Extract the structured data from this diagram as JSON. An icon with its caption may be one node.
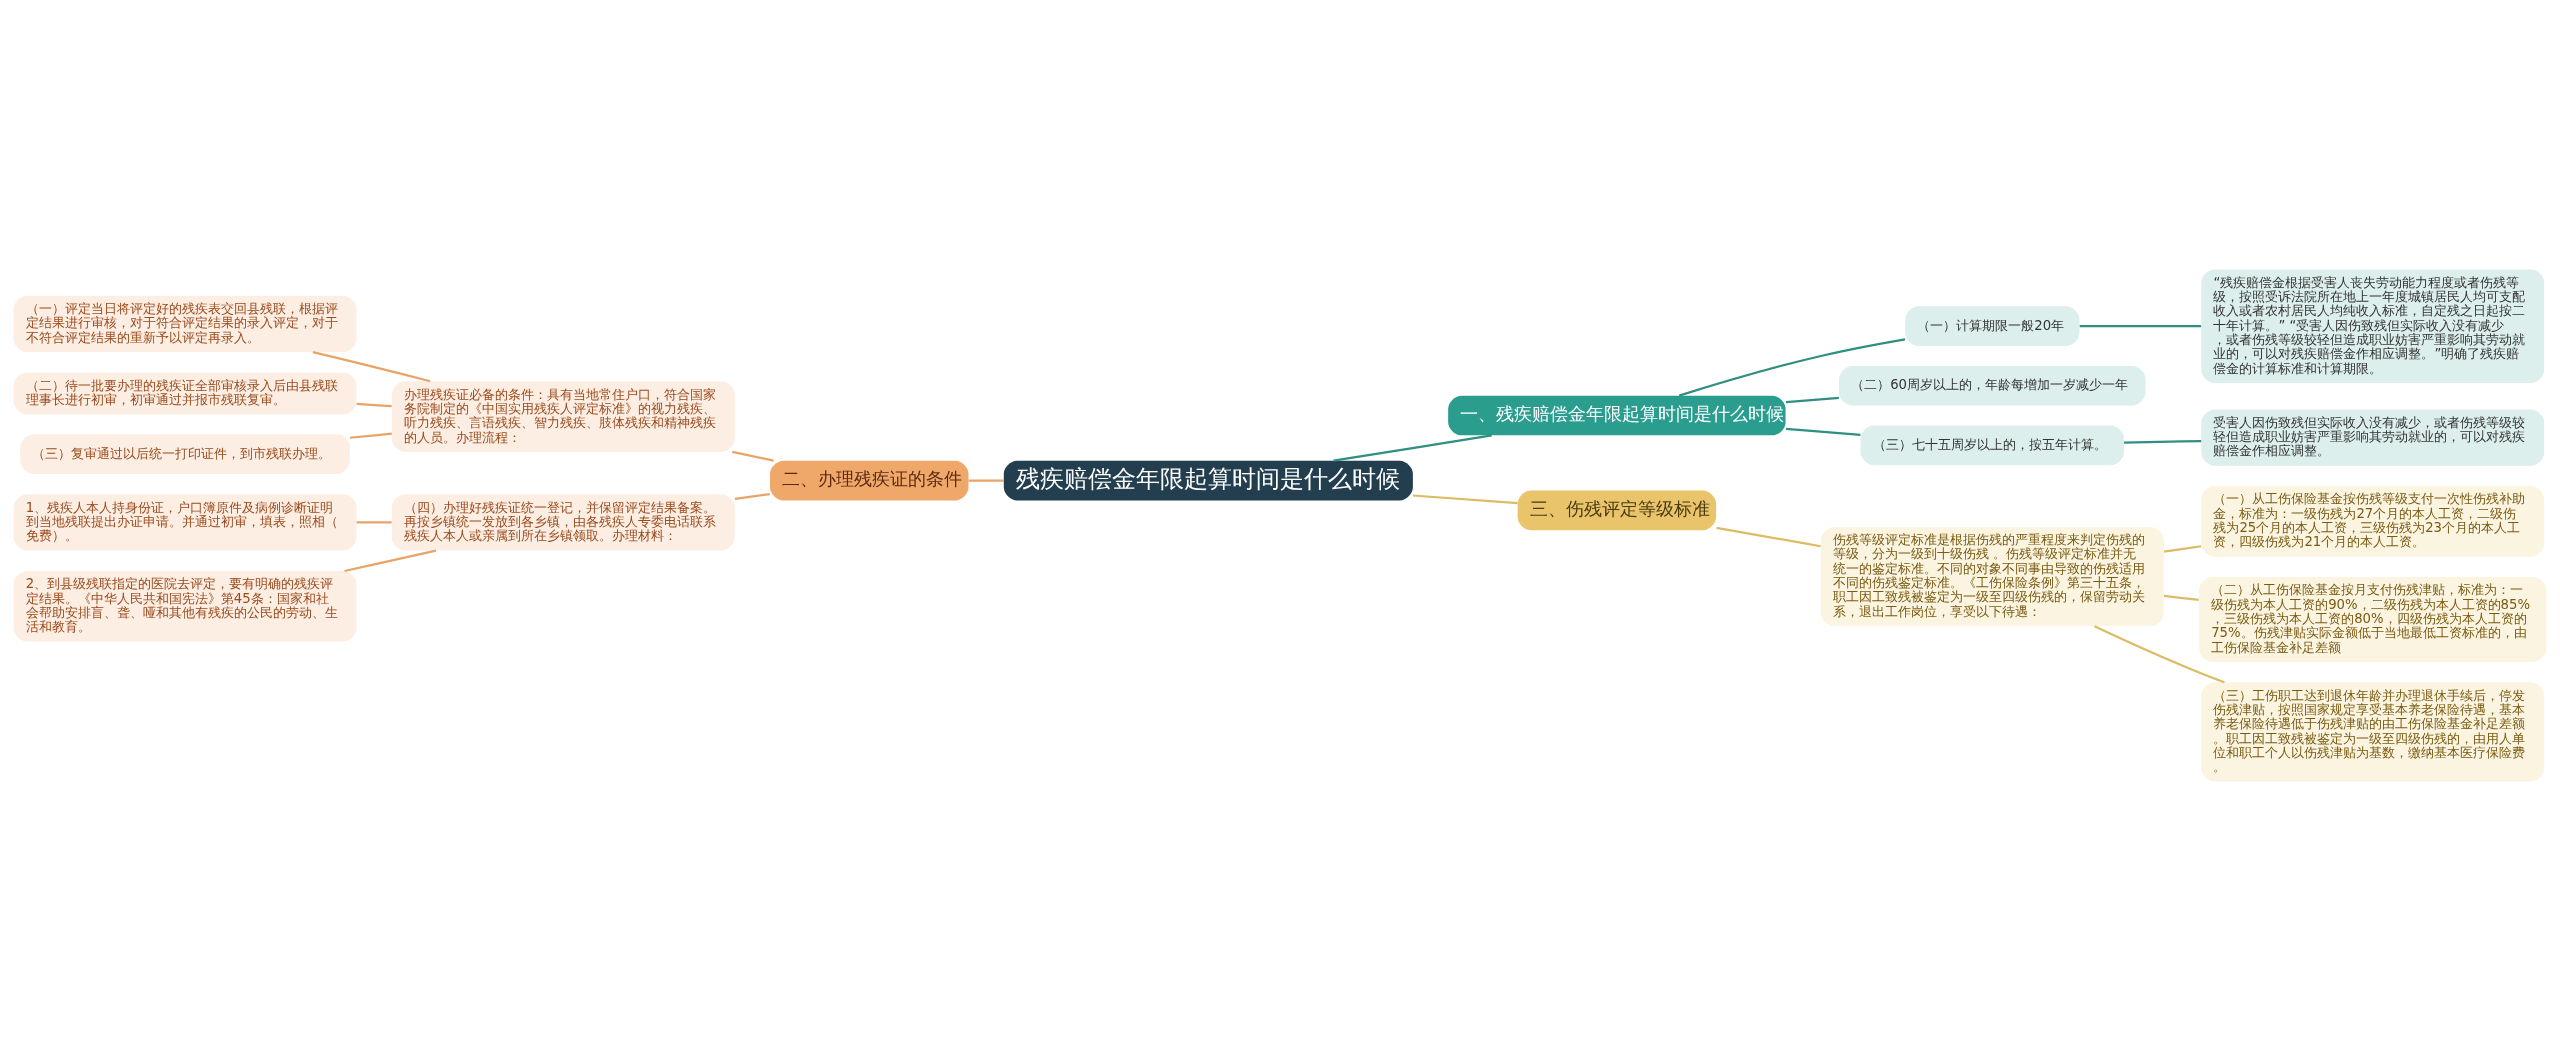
{
  "diagram": {
    "nodes": [
      {
        "text": [
          "残疾赔偿金年限起算时间是什么时候"
        ]
      },
      {
        "text": [
          "一、残疾赔偿金年限起算时间是什么时候"
        ]
      },
      {
        "text": [
          "（一）计算期限一般20年"
        ]
      },
      {
        "text": [
          "“残疾赔偿金根据受害人丧失劳动能力程度或者伤残等级，按照受诉法院所在地上一年度城镇居民人均可支配收入或者农村居民人均纯收入标准，自定残之日起按二十年计算。” “受害人因伤致残但实际收入没有减少，或者伤残等级较轻但造成职业妨害严重影响其劳动就业的，可以对残疾赔偿金作相应调整。”明确了残疾赔偿金的计算标准和计算期限。"
        ]
      },
      {
        "text": [
          "（二）60周岁以上的，年龄每增加一岁减少一年"
        ]
      },
      {
        "text": [
          "（三）七十五周岁以上的，按五年计算。"
        ]
      },
      {
        "text": [
          "受害人因伤致残但实际收入没有减少，或者伤残等级较轻但造成职业妨害严重影响其劳动就业的，可以对残疾赔偿金作相应调整。"
        ]
      },
      {
        "text": [
          "二、办理残疾证的条件"
        ]
      },
      {
        "text": [
          "办理残疾证必备的条件：具有当地常住户口，符合国家务院制定的《中国实用残疾人评定标准》的视力残疾、听力残疾、言语残疾、智力残疾、肢体残疾和精神残疾的人员。办理流程："
        ]
      },
      {
        "text": [
          "（一）评定当日将评定好的残疾表交回县残联，根据评定结果进行审核，对于符合评定结果的录入评定，对于不符合评定结果的重新予以评定再录入。"
        ]
      },
      {
        "text": [
          "（二）待一批要办理的残疾证全部审核录入后由县残联理事长进行初审，初审通过并报市残联复审。"
        ]
      },
      {
        "text": [
          "（三）复审通过以后统一打印证件，到市残联办理。"
        ]
      },
      {
        "text": [
          "（四）办理好残疾证统一登记，并保留评定结果备案。再按乡镇统一发放到各乡镇，由各残疾人专委电话联系残疾人本人或亲属到所在乡镇领取。办理材料："
        ]
      },
      {
        "text": [
          "1、残疾人本人持身份证，户口簿原件及病例诊断证明到当地残联提出办证申请。并通过初审，填表，照相（免费）。"
        ]
      },
      {
        "text": [
          "2、到县级残联指定的医院去评定，要有明确的残疾评定结果。《中华人民共和国宪法》第45条：国家和社会帮助安排盲、聋、哑和其他有残疾的公民的劳动、生活和教育。"
        ]
      },
      {
        "text": [
          "三、伤残评定等级标准"
        ]
      },
      {
        "text": [
          "伤残等级评定标准是根据伤残的严重程度来判定伤残的等级，分为一级到十级伤残 。伤残等级评定标准并无统一的鉴定标准。不同的对象不同事由导致的伤残适用不同的伤残鉴定标准。《工伤保险条例》第三十五条，职工因工致残被鉴定为一级至四级伤残的，保留劳动关系，退出工作岗位，享受以下待遇："
        ]
      },
      {
        "text": [
          "（一）从工伤保险基金按伤残等级支付一次性伤残补助金，标准为：一级伤残为27个月的本人工资，二级伤残为25个月的本人工资，三级伤残为23个月的本人工资，四级伤残为21个月的本人工资。"
        ]
      },
      {
        "text": [
          "（二）从工伤保险基金按月支付伤残津贴，标准为：一级伤残为本人工资的90%，二级伤残为本人工资的85%，三级伤残为本人工资的80%，四级伤残为本人工资的75%。伤残津贴实际金额低于当地最低工资标准的，由工伤保险基金补足差额"
        ]
      },
      {
        "text": [
          "（三）工伤职工达到退休年龄并办理退休手续后，停发伤残津贴，按照国家规定享受基本养老保险待遇，基本养老保险待遇低于伤残津贴的由工伤保险基金补足差额。职工因工致残被鉴定为一级至四级伤残的，由用人单位和职工个人以伤残津贴为基数，缴纳基本医疗保险费。"
        ]
      }
    ],
    "edges": [
      {
        "from": 0,
        "to": 1,
        "arrow": "none",
        "color": "#2f8f80"
      },
      {
        "from": 1,
        "to": 2,
        "arrow": "none",
        "color": "#2f8f80"
      },
      {
        "from": 2,
        "to": 3,
        "arrow": "none",
        "color": "#2f8f80"
      },
      {
        "from": 1,
        "to": 4,
        "arrow": "none",
        "color": "#2f8f80"
      },
      {
        "from": 1,
        "to": 5,
        "arrow": "none",
        "color": "#2f8f80"
      },
      {
        "from": 5,
        "to": 6,
        "arrow": "none",
        "color": "#2f8f80"
      },
      {
        "from": 0,
        "to": 7,
        "arrow": "none",
        "color": "#e8a466"
      },
      {
        "from": 7,
        "to": 8,
        "arrow": "none",
        "color": "#e8a466"
      },
      {
        "from": 8,
        "to": 9,
        "arrow": "none",
        "color": "#e8a466"
      },
      {
        "from": 8,
        "to": 10,
        "arrow": "none",
        "color": "#e8a466"
      },
      {
        "from": 8,
        "to": 11,
        "arrow": "none",
        "color": "#e8a466"
      },
      {
        "from": 7,
        "to": 12,
        "arrow": "none",
        "color": "#e8a466"
      },
      {
        "from": 12,
        "to": 13,
        "arrow": "none",
        "color": "#e8a466"
      },
      {
        "from": 12,
        "to": 14,
        "arrow": "none",
        "color": "#e8a466"
      },
      {
        "from": 0,
        "to": 15,
        "arrow": "none",
        "color": "#dcbc62"
      },
      {
        "from": 15,
        "to": 16,
        "arrow": "none",
        "color": "#dcbc62"
      },
      {
        "from": 16,
        "to": 17,
        "arrow": "none",
        "color": "#dcbc62"
      },
      {
        "from": 16,
        "to": 18,
        "arrow": "none",
        "color": "#dcbc62"
      },
      {
        "from": 16,
        "to": 19,
        "arrow": "none",
        "color": "#dcbc62"
      }
    ]
  }
}
